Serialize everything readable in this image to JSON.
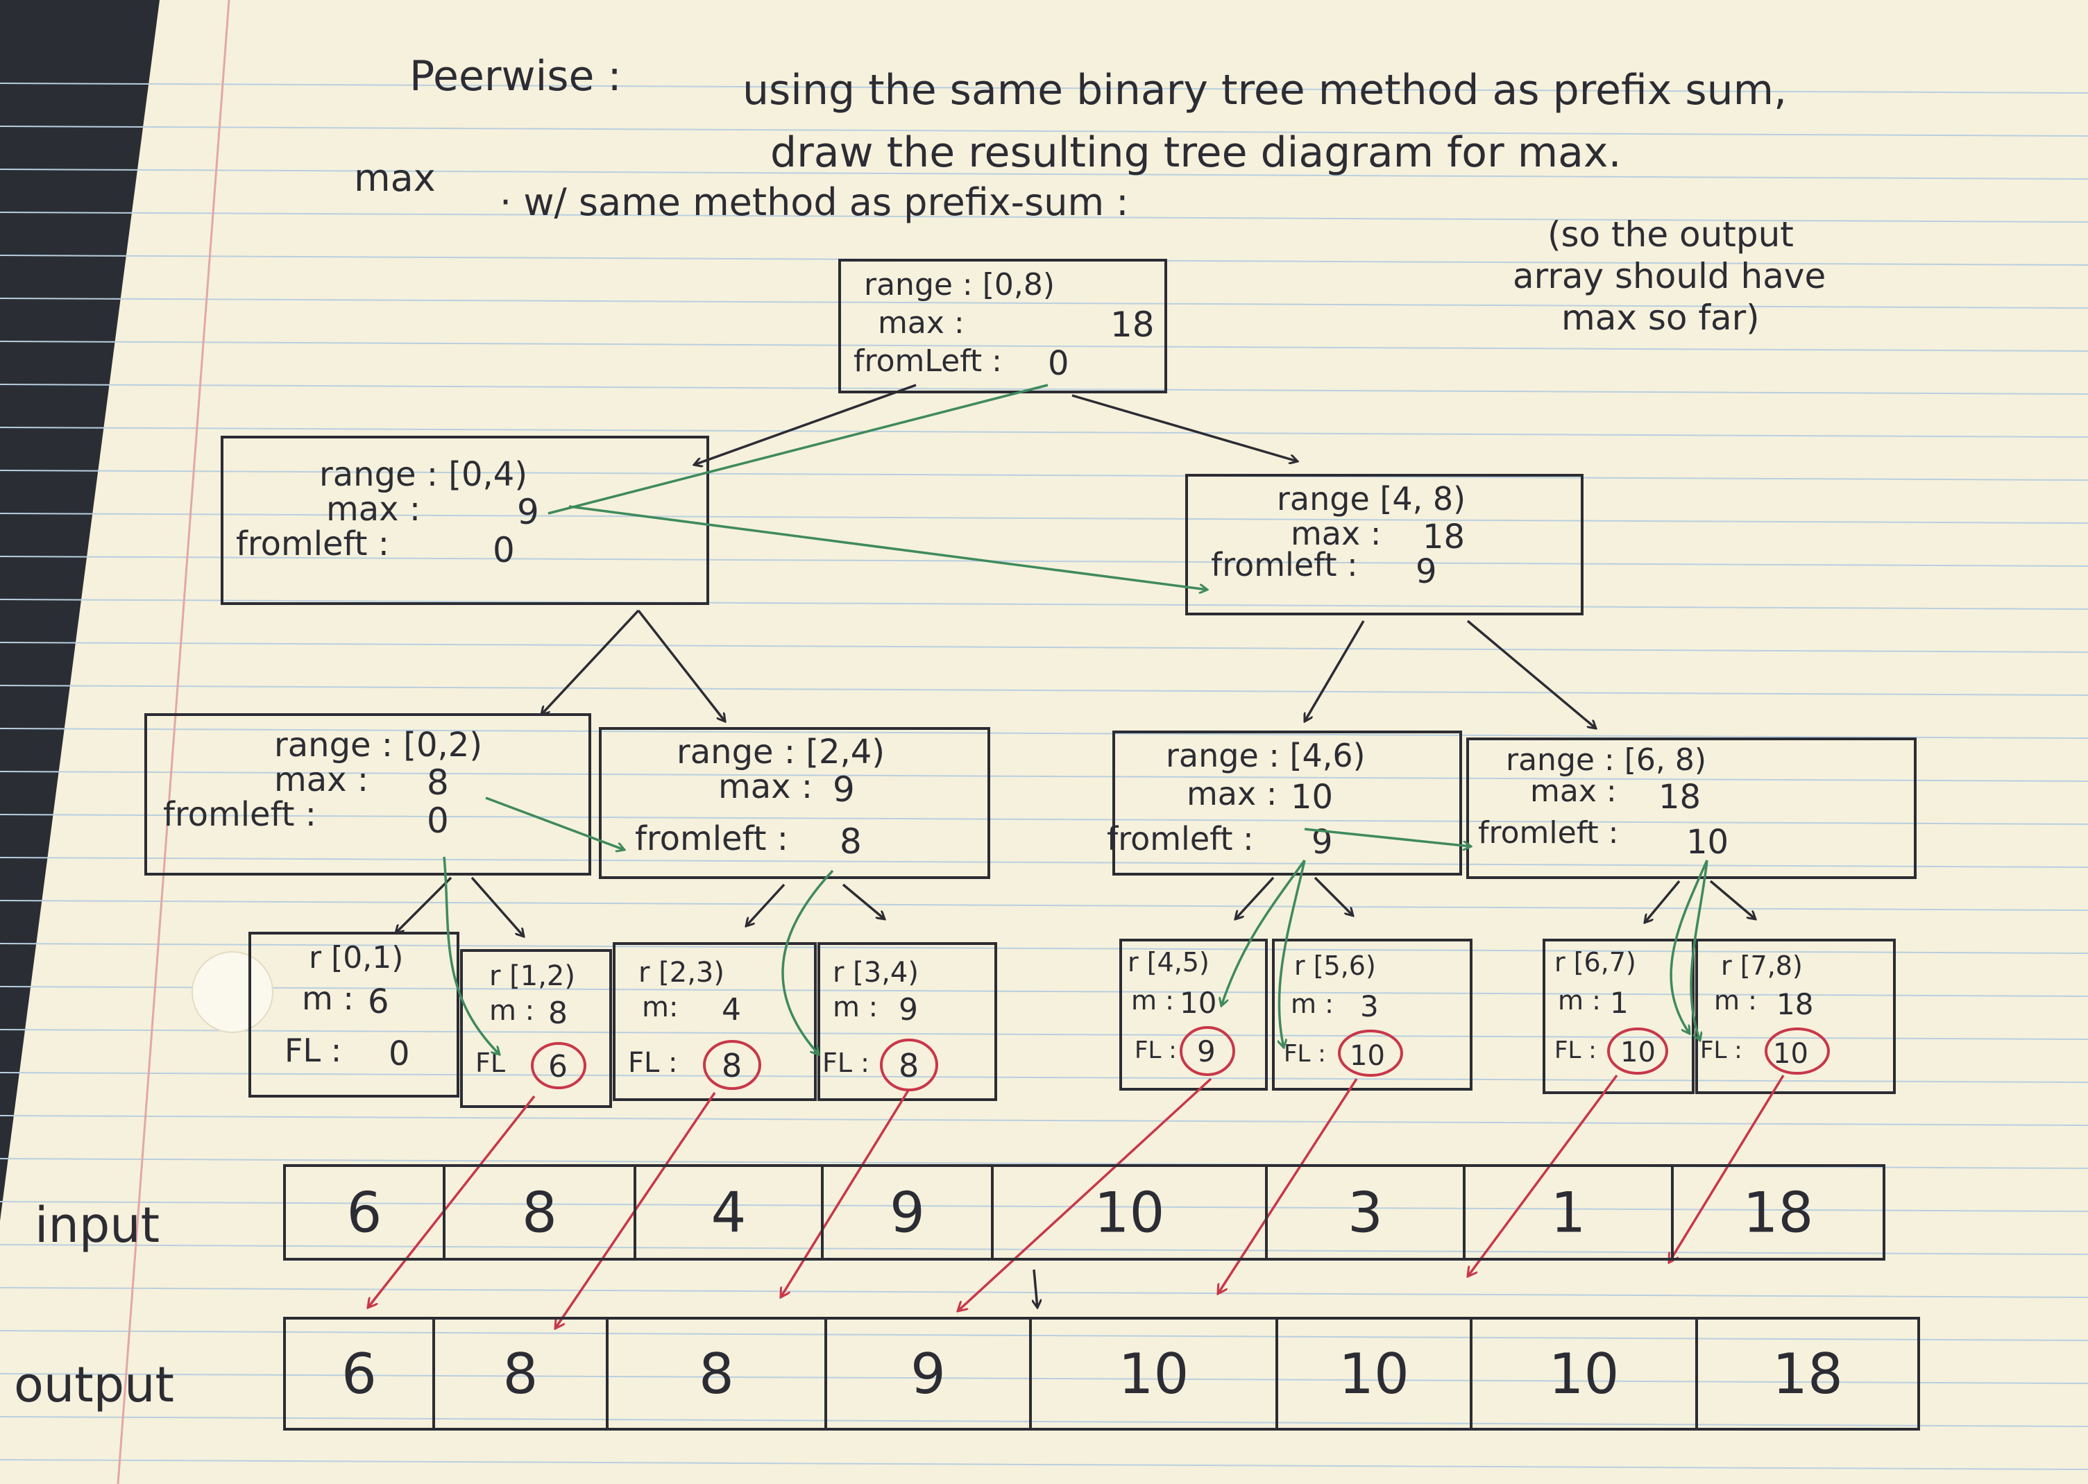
{
  "header": {
    "title": "Peerwise :",
    "prompt_line1": "using the same binary tree method as prefix sum,",
    "prompt_line2": "draw the resulting tree diagram for max.",
    "label_max": "max",
    "answer_line": "· w/ same method as prefix-sum :",
    "note_line1": "(so the output",
    "note_line2": "array should have",
    "note_line3": "max so far)"
  },
  "tree": {
    "root": {
      "range": "range : [0,8)",
      "max": "max :",
      "max_val": "18",
      "fromleft": "fromLeft :",
      "fl_val": "0"
    },
    "level1": [
      {
        "range": "range : [0,4)",
        "max": "max :",
        "max_val": "9",
        "fromleft": "fromleft :",
        "fl_val": "0"
      },
      {
        "range": "range [4, 8)",
        "max": "max :",
        "max_val": "18",
        "fromleft": "fromleft :",
        "fl_val": "9"
      }
    ],
    "level2": [
      {
        "range": "range : [0,2)",
        "max": "max :",
        "max_val": "8",
        "fromleft": "fromleft :",
        "fl_val": "0"
      },
      {
        "range": "range : [2,4)",
        "max": "max :",
        "max_val": "9",
        "fromleft": "fromleft :",
        "fl_val": "8"
      },
      {
        "range": "range : [4,6)",
        "max": "max :",
        "max_val": "10",
        "fromleft": "fromleft :",
        "fl_val": "9"
      },
      {
        "range": "range : [6, 8)",
        "max": "max :",
        "max_val": "18",
        "fromleft": "fromleft :",
        "fl_val": "10"
      }
    ],
    "leaves": [
      {
        "r": "r [0,1)",
        "m": "m :",
        "m_val": "6",
        "fl": "FL :",
        "fl_val": "0"
      },
      {
        "r": "r [1,2)",
        "m": "m :",
        "m_val": "8",
        "fl": "FL",
        "fl_val": "6"
      },
      {
        "r": "r [2,3)",
        "m": "m:",
        "m_val": "4",
        "fl": "FL :",
        "fl_val": "8"
      },
      {
        "r": "r [3,4)",
        "m": "m :",
        "m_val": "9",
        "fl": "FL :",
        "fl_val": "8"
      },
      {
        "r": "r [4,5)",
        "m": "m :",
        "m_val": "10",
        "fl": "FL :",
        "fl_val": "9"
      },
      {
        "r": "r [5,6)",
        "m": "m :",
        "m_val": "3",
        "fl": "FL :",
        "fl_val": "10"
      },
      {
        "r": "r [6,7)",
        "m": "m :",
        "m_val": "1",
        "fl": "FL :",
        "fl_val": "10"
      },
      {
        "r": "r [7,8)",
        "m": "m :",
        "m_val": "18",
        "fl": "FL :",
        "fl_val": "10"
      }
    ]
  },
  "arrays": {
    "input_label": "input",
    "output_label": "output",
    "input": [
      "6",
      "8",
      "4",
      "9",
      "10",
      "3",
      "1",
      "18"
    ],
    "output": [
      "6",
      "8",
      "8",
      "9",
      "10",
      "10",
      "10",
      "18"
    ]
  },
  "colors": {
    "desk": "#2a2e34",
    "paper": "#f6f1dc",
    "rule_line": "#b9cfe0",
    "margin_line": "#e3a7a7",
    "ink": "#2c2c34",
    "green_ink": "#3f8a5d",
    "red_ink": "#c8374a"
  }
}
